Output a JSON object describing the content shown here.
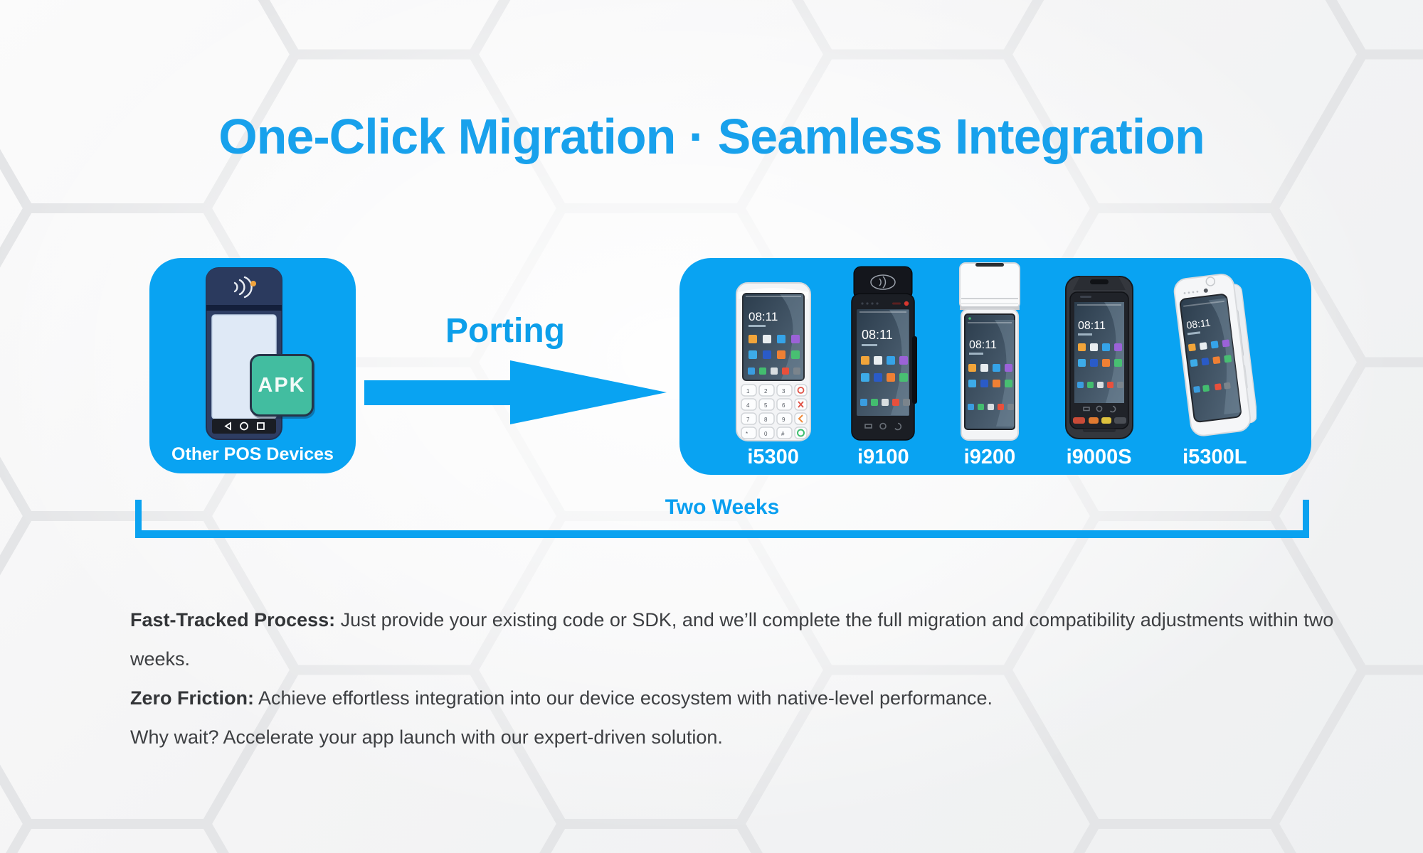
{
  "title": "One-Click Migration · Seamless Integration",
  "source": {
    "caption": "Other POS Devices",
    "apk_label": "APK"
  },
  "porting_label": "Porting",
  "timeline_label": "Two Weeks",
  "devices": [
    {
      "name": "i5300",
      "screen_time": "08:11"
    },
    {
      "name": "i9100",
      "screen_time": "08:11"
    },
    {
      "name": "i9200",
      "screen_time": "08:11"
    },
    {
      "name": "i9000S",
      "screen_time": "08:11"
    },
    {
      "name": "i5300L",
      "screen_time": "08:11"
    }
  ],
  "paragraphs": [
    {
      "lead": "Fast-Tracked Process:",
      "body": " Just provide your existing code or SDK, and we’ll complete the full migration and compatibility adjustments within two weeks."
    },
    {
      "lead": "Zero Friction:",
      "body": " Achieve effortless integration into our device ecosystem with native-level performance."
    },
    {
      "lead": "",
      "body": "Why wait? Accelerate your app launch with our expert-driven solution."
    }
  ],
  "colors": {
    "accent_blue": "#09a3f2",
    "title_blue": "#18a1ec",
    "text_dark": "#3d3f42",
    "apk_green": "#42bda0"
  }
}
